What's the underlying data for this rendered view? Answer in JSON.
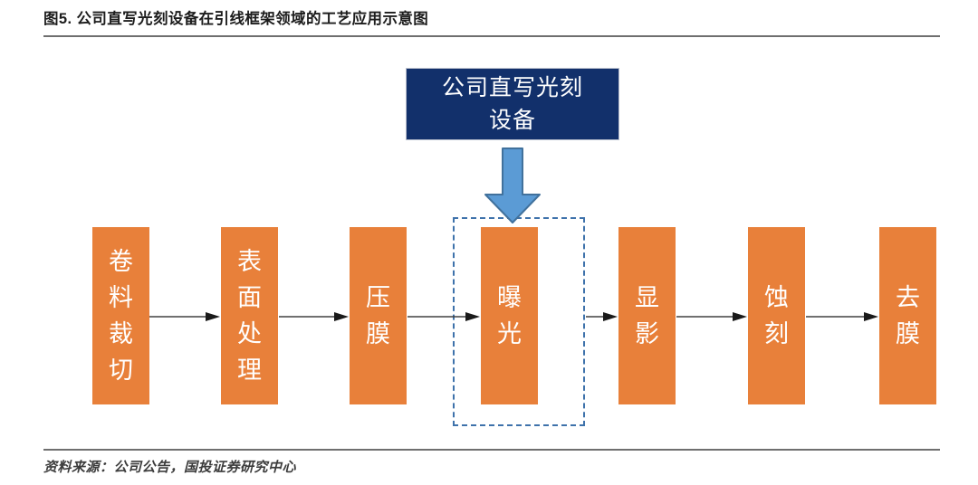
{
  "figure": {
    "title": "图5. 公司直写光刻设备在引线框架领域的工艺应用示意图",
    "source": "资料来源：公司公告，国投证券研究中心"
  },
  "equipment": {
    "label": "公司直写光刻\n设备",
    "arrow_icon": "down-arrow-icon",
    "color": "#12306b"
  },
  "highlight": {
    "color": "#3e72ab",
    "style": "dashed",
    "wraps_step": "曝光"
  },
  "colors": {
    "process_box": "#e8803a",
    "equipment_box": "#12306b",
    "arrow_blue_fill": "#5b9bd5",
    "arrow_blue_stroke": "#41719c",
    "connector": "#404040",
    "rule": "#6f6f6f"
  },
  "process_flow": {
    "steps": [
      {
        "label": "卷料裁切"
      },
      {
        "label": "表面处理"
      },
      {
        "label": "压膜"
      },
      {
        "label": "曝光"
      },
      {
        "label": "显影"
      },
      {
        "label": "蚀刻"
      },
      {
        "label": "去膜"
      }
    ],
    "connector_icon": "right-arrow-icon",
    "connector_count": 6
  }
}
